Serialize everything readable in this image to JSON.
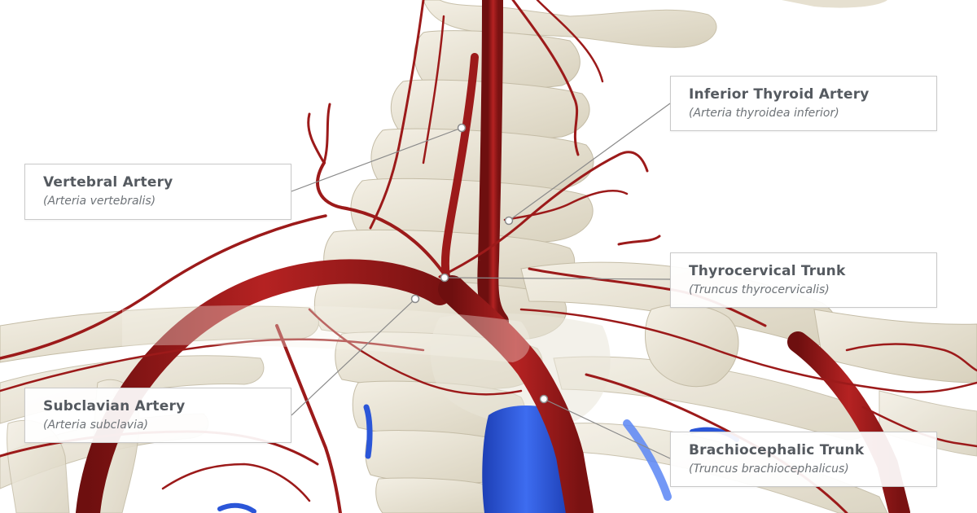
{
  "labels": {
    "inferior_thyroid": {
      "title": "Inferior Thyroid Artery",
      "latin": "(Arteria thyroidea inferior)"
    },
    "vertebral": {
      "title": "Vertebral Artery",
      "latin": "(Arteria vertebralis)"
    },
    "thyrocervical": {
      "title": "Thyrocervical Trunk",
      "latin": "(Truncus thyrocervicalis)"
    },
    "subclavian": {
      "title": "Subclavian Artery",
      "latin": "(Arteria subclavia)"
    },
    "brachiocephalic": {
      "title": "Brachiocephalic Trunk",
      "latin": "(Truncus brachiocephalicus)"
    }
  },
  "colors": {
    "background": "#ffffff",
    "bone": "#e9e4d6",
    "bone_shadow": "#cfc8b4",
    "artery": "#9c1a1a",
    "artery_dark": "#6e0f0f",
    "vein": "#2b56d8",
    "leader_line": "#8a8a8a"
  }
}
